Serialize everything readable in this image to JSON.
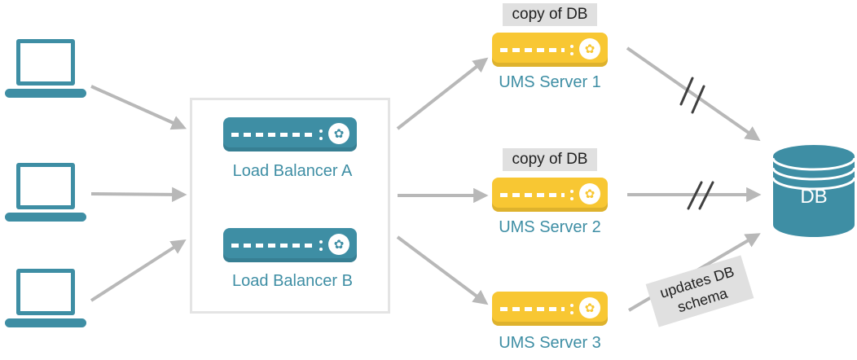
{
  "colors": {
    "teal": "#3e8ea4",
    "yellow": "#f8c733",
    "arrow": "#b8b8b8",
    "slash": "#3f3f3f",
    "badge_bg": "#e0e0e0",
    "badge_text": "#1f1f1f",
    "box_border": "#e4e4e4"
  },
  "clients": {
    "count": 3,
    "icon": "laptop-icon"
  },
  "load_balancer_group": {
    "items": [
      {
        "label": "Load Balancer A"
      },
      {
        "label": "Load Balancer B"
      }
    ]
  },
  "ums_servers": [
    {
      "label": "UMS Server 1",
      "badge": "copy of DB"
    },
    {
      "label": "UMS Server 2",
      "badge": "copy of DB"
    },
    {
      "label": "UMS Server 3"
    }
  ],
  "database": {
    "label": "DB"
  },
  "edge_labels": {
    "updates_schema": "updates DB schema"
  },
  "icon_glyph": "✿"
}
